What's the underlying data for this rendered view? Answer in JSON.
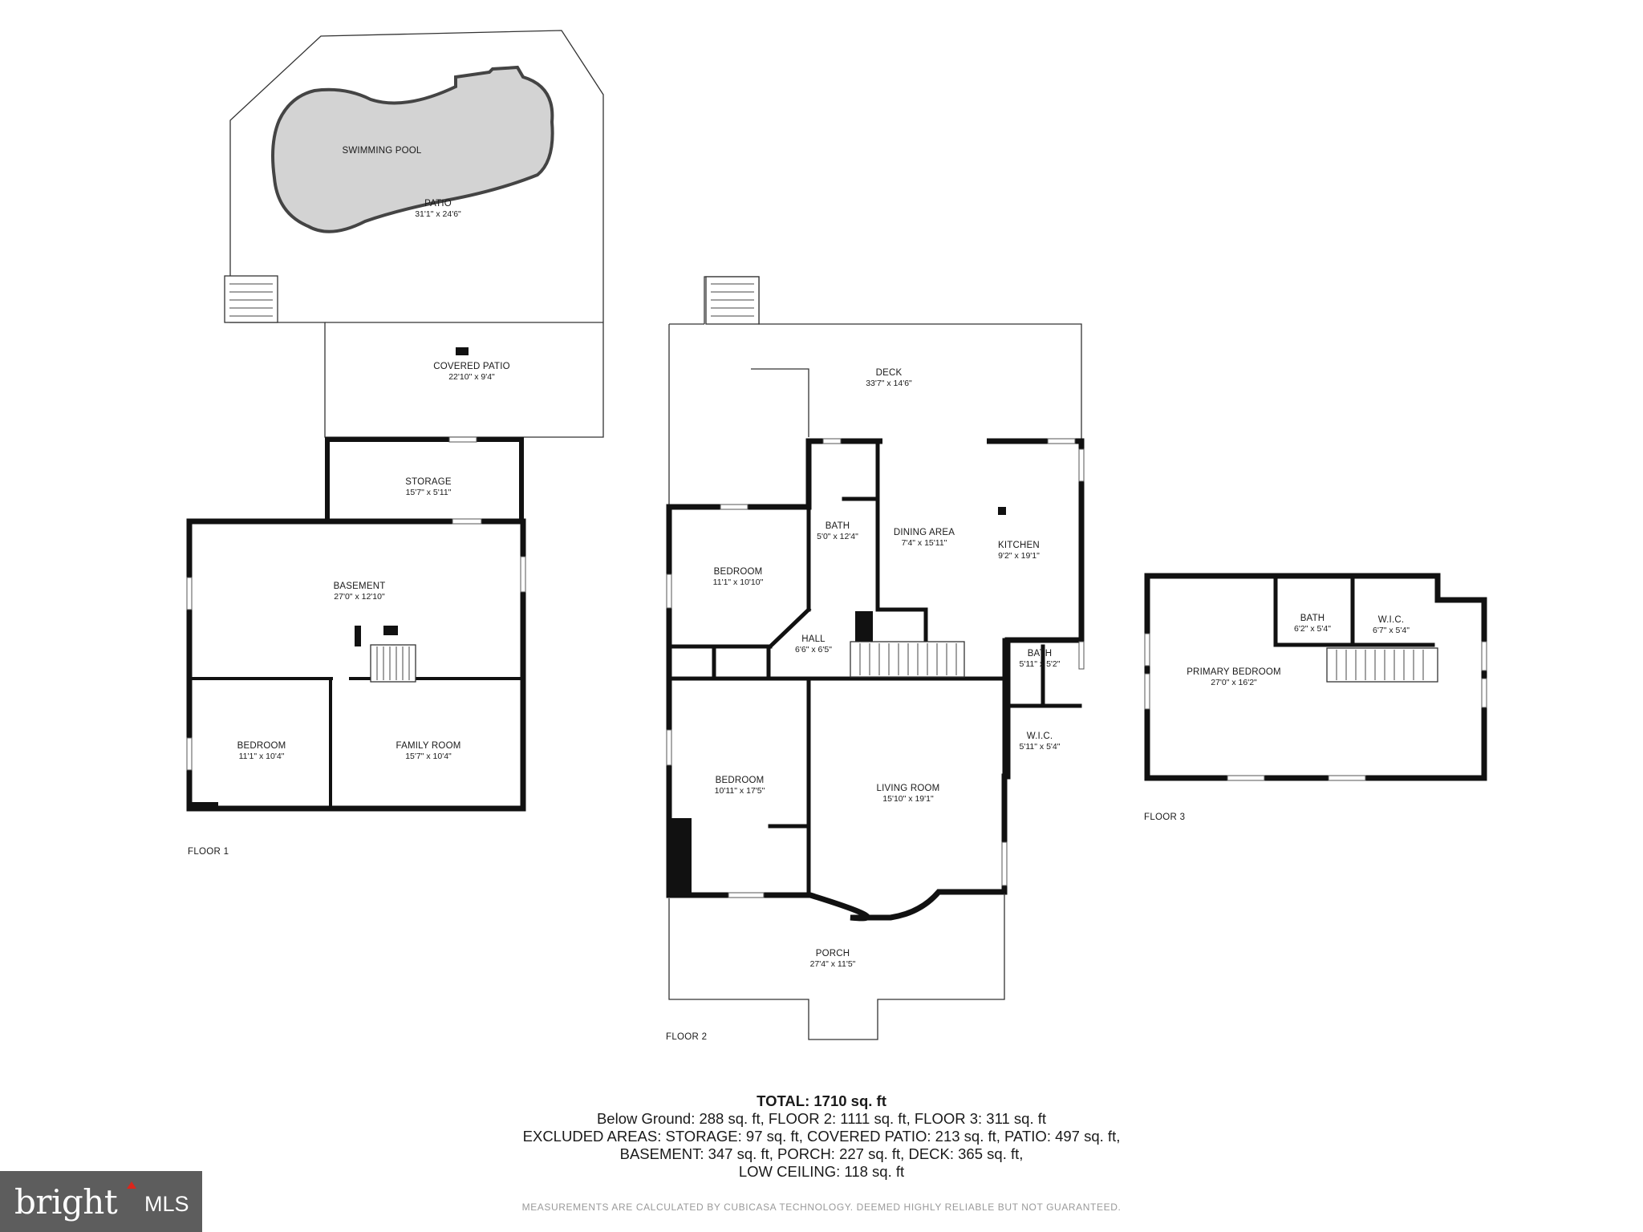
{
  "floor1": {
    "label": "FLOOR 1",
    "rooms": [
      {
        "name": "SWIMMING POOL",
        "dims": ""
      },
      {
        "name": "PATIO",
        "dims": "31'1\" x 24'6\""
      },
      {
        "name": "COVERED PATIO",
        "dims": "22'10\" x 9'4\""
      },
      {
        "name": "STORAGE",
        "dims": "15'7\" x 5'11\""
      },
      {
        "name": "BASEMENT",
        "dims": "27'0\" x 12'10\""
      },
      {
        "name": "BEDROOM",
        "dims": "11'1\" x 10'4\""
      },
      {
        "name": "FAMILY ROOM",
        "dims": "15'7\" x 10'4\""
      }
    ]
  },
  "floor2": {
    "label": "FLOOR 2",
    "rooms": [
      {
        "name": "DECK",
        "dims": "33'7\" x 14'6\""
      },
      {
        "name": "BATH",
        "dims": "5'0\" x 12'4\""
      },
      {
        "name": "DINING AREA",
        "dims": "7'4\" x 15'11\""
      },
      {
        "name": "KITCHEN",
        "dims": "9'2\" x 19'1\""
      },
      {
        "name": "BEDROOM",
        "dims": "11'1\" x 10'10\""
      },
      {
        "name": "HALL",
        "dims": "6'6\" x 6'5\""
      },
      {
        "name": "BATH",
        "dims": "5'11\" x 5'2\""
      },
      {
        "name": "W.I.C.",
        "dims": "5'11\" x 5'4\""
      },
      {
        "name": "BEDROOM",
        "dims": "10'11\" x 17'5\""
      },
      {
        "name": "LIVING ROOM",
        "dims": "15'10\" x 19'1\""
      },
      {
        "name": "PORCH",
        "dims": "27'4\" x 11'5\""
      }
    ]
  },
  "floor3": {
    "label": "FLOOR 3",
    "rooms": [
      {
        "name": "BATH",
        "dims": "6'2\" x 5'4\""
      },
      {
        "name": "W.I.C.",
        "dims": "6'7\" x 5'4\""
      },
      {
        "name": "PRIMARY BEDROOM",
        "dims": "27'0\" x 16'2\""
      }
    ]
  },
  "totals": {
    "total": "TOTAL: 1710 sq. ft",
    "line1": "Below Ground: 288 sq. ft, FLOOR 2: 1111 sq. ft, FLOOR 3: 311 sq. ft",
    "line2": "EXCLUDED AREAS: STORAGE: 97 sq. ft, COVERED PATIO: 213 sq. ft, PATIO: 497 sq. ft,",
    "line3": "BASEMENT: 347 sq. ft, PORCH: 227 sq. ft, DECK: 365 sq. ft,",
    "line4": "LOW CEILING: 118 sq. ft"
  },
  "disclaimer": "MEASUREMENTS ARE CALCULATED BY CUBICASA TECHNOLOGY. DEEMED HIGHLY RELIABLE BUT NOT GUARANTEED.",
  "brand": {
    "name": "bright",
    "suffix": "MLS",
    "accent": "#d9261c",
    "background": "#5d5d5d"
  },
  "colors": {
    "pool": "#d3d3d3",
    "wall": "#111111"
  }
}
